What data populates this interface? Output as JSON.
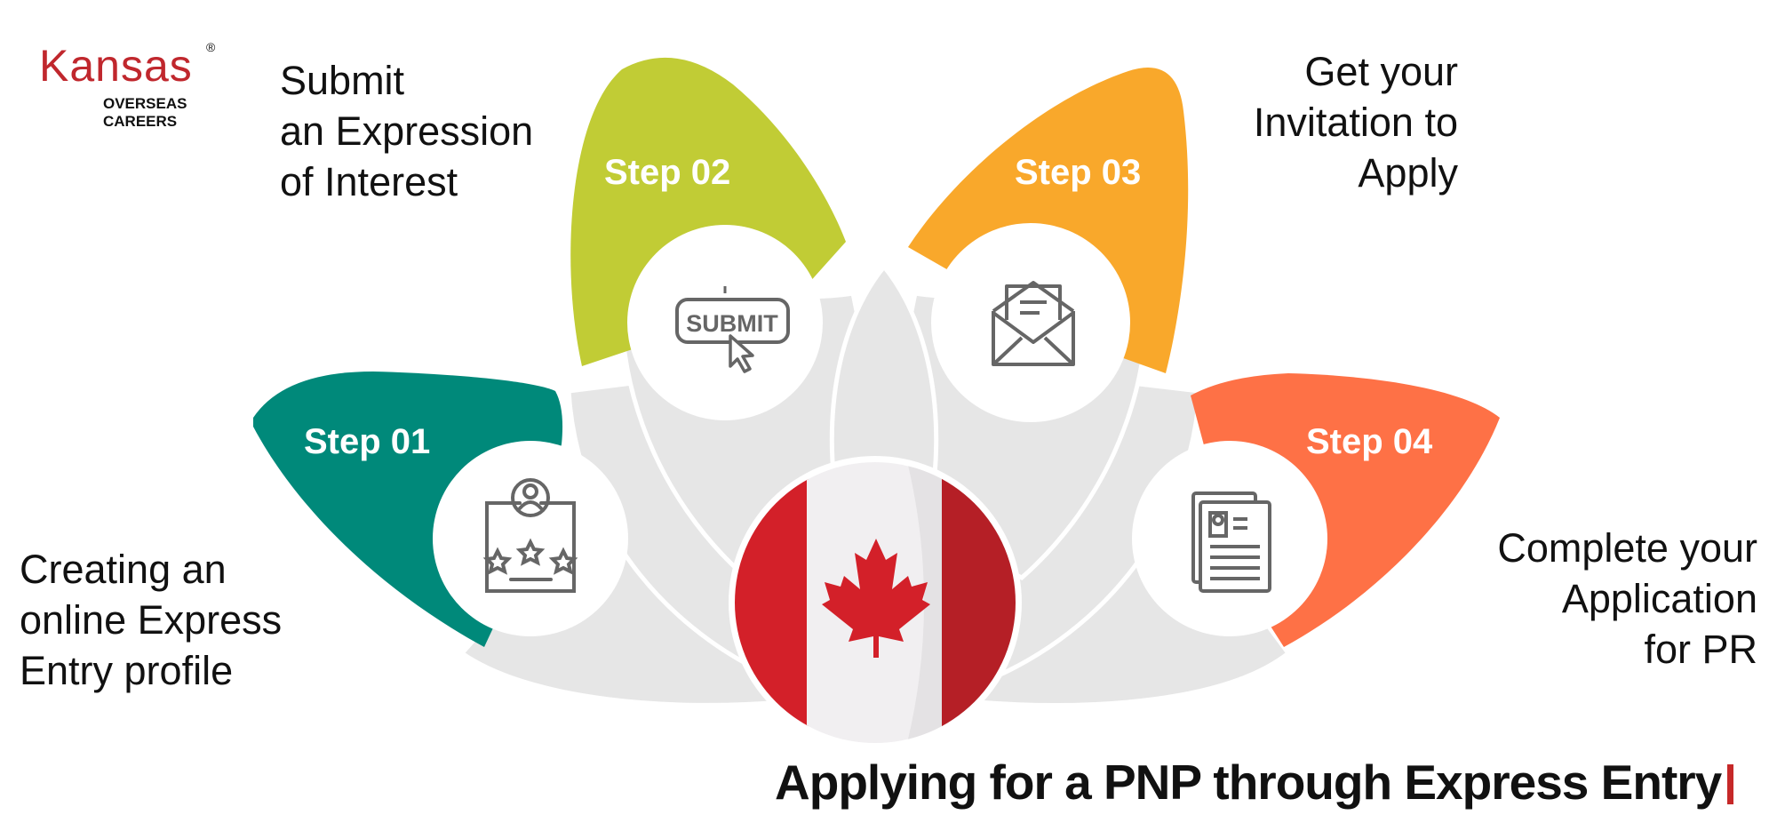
{
  "logo": {
    "name": "Kansas",
    "tagline": "OVERSEAS CAREERS",
    "registered": "®"
  },
  "steps": [
    {
      "label": "Step 01",
      "description": [
        "Creating an",
        "online Express",
        "Entry profile"
      ],
      "color": "#00897a",
      "icon": "profile-rating-icon"
    },
    {
      "label": "Step 02",
      "description": [
        "Submit",
        "an Expression",
        "of Interest"
      ],
      "color": "#c1cc35",
      "icon": "submit-button-icon",
      "icon_text": "SUBMIT"
    },
    {
      "label": "Step 03",
      "description": [
        "Get your",
        "Invitation to",
        "Apply"
      ],
      "color": "#f9a82b",
      "icon": "envelope-letter-icon"
    },
    {
      "label": "Step 04",
      "description": [
        "Complete your",
        "Application",
        "for PR"
      ],
      "color": "#fe7146",
      "icon": "documents-icon"
    }
  ],
  "center_icon": "canada-flag-icon",
  "title": "Applying for a PNP through Express Entry",
  "accent": "#c62828"
}
